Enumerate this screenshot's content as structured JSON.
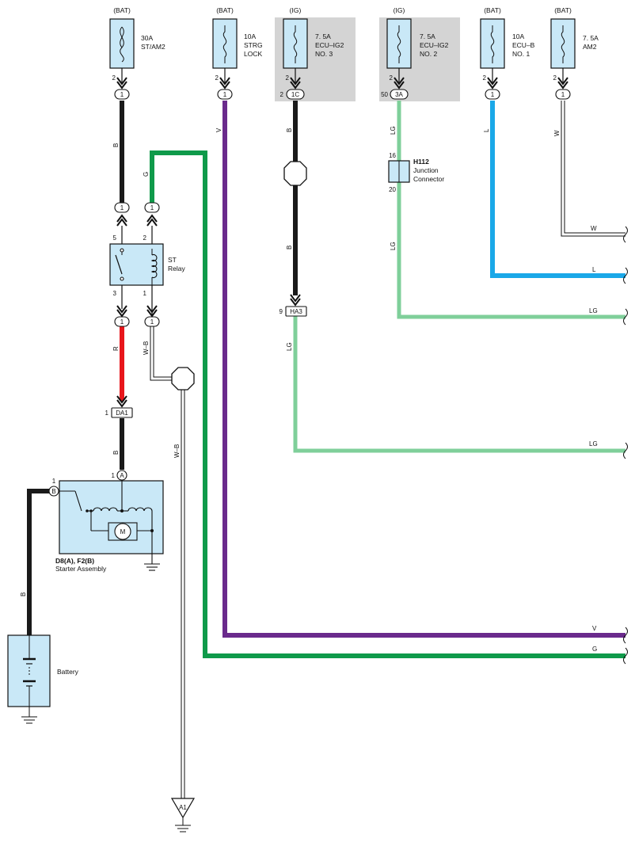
{
  "fuses": [
    {
      "source": "(BAT)",
      "rating": "30A",
      "name1": "ST/AM2",
      "name2": "",
      "name3": "",
      "pin": "2",
      "conn": "1",
      "prefix": ""
    },
    {
      "source": "(BAT)",
      "rating": "10A",
      "name1": "STRG",
      "name2": "LOCK",
      "name3": "",
      "pin": "2",
      "conn": "1",
      "prefix": ""
    },
    {
      "source": "(IG)",
      "rating": "7. 5A",
      "name1": "ECU–IG2",
      "name2": "NO. 3",
      "name3": "",
      "pin": "2",
      "conn": "1C",
      "prefix": "2"
    },
    {
      "source": "(IG)",
      "rating": "7. 5A",
      "name1": "ECU–IG2",
      "name2": "NO. 2",
      "name3": "",
      "pin": "2",
      "conn": "3A",
      "prefix": "50"
    },
    {
      "source": "(BAT)",
      "rating": "10A",
      "name1": "ECU–B",
      "name2": "NO. 1",
      "name3": "",
      "pin": "2",
      "conn": "1",
      "prefix": ""
    },
    {
      "source": "(BAT)",
      "rating": "7. 5A",
      "name1": "AM2",
      "name2": "",
      "name3": "",
      "pin": "2",
      "conn": "1",
      "prefix": ""
    }
  ],
  "colors": {
    "B": "#1a1a1a",
    "V": "#6a2a8c",
    "G": "#0f9a4a",
    "LG": "#7fcf9a",
    "L": "#1aa8e8",
    "R": "#e8161b",
    "box": "#c9e8f7",
    "gray": "#d4d4d4"
  },
  "wire_codes": {
    "b_top": "B",
    "g_top": "G",
    "v_top": "V",
    "b_ig3_top": "B",
    "b_ig3_bottom": "B",
    "lg_ig2_top": "LG",
    "lg_ig2_bottom": "LG",
    "l_top": "L",
    "w_top": "W",
    "r": "R",
    "wb": "W–B",
    "wb2": "W–B",
    "b_starter": "B",
    "b_battery": "B",
    "lg_ha3": "LG",
    "right_w": "W",
    "right_l": "L",
    "right_lg1": "LG",
    "right_lg2": "LG",
    "right_v": "V",
    "right_g": "G"
  },
  "relay": {
    "name": "ST",
    "name2": "Relay",
    "pin5": "5",
    "pin2": "2",
    "pin3": "3",
    "pin1": "1",
    "conn_top_left": "1",
    "conn_top_right": "1",
    "conn_bot_left": "1",
    "conn_bot_right": "1"
  },
  "junction": {
    "id": "H112",
    "name1": "Junction",
    "name2": "Connector",
    "pin_top": "16",
    "pin_bottom": "20"
  },
  "connectors": {
    "ha3": "HA3",
    "ha3_pin": "9",
    "da1": "DA1",
    "da1_pin": "1"
  },
  "starter": {
    "ids": "D8(A), F2(B)",
    "name": "Starter Assembly",
    "term_a": "A",
    "term_a_pin": "1",
    "term_b": "B",
    "term_b_pin": "1",
    "motor": "M"
  },
  "battery": {
    "name": "Battery"
  },
  "ground": {
    "label": "A1"
  }
}
